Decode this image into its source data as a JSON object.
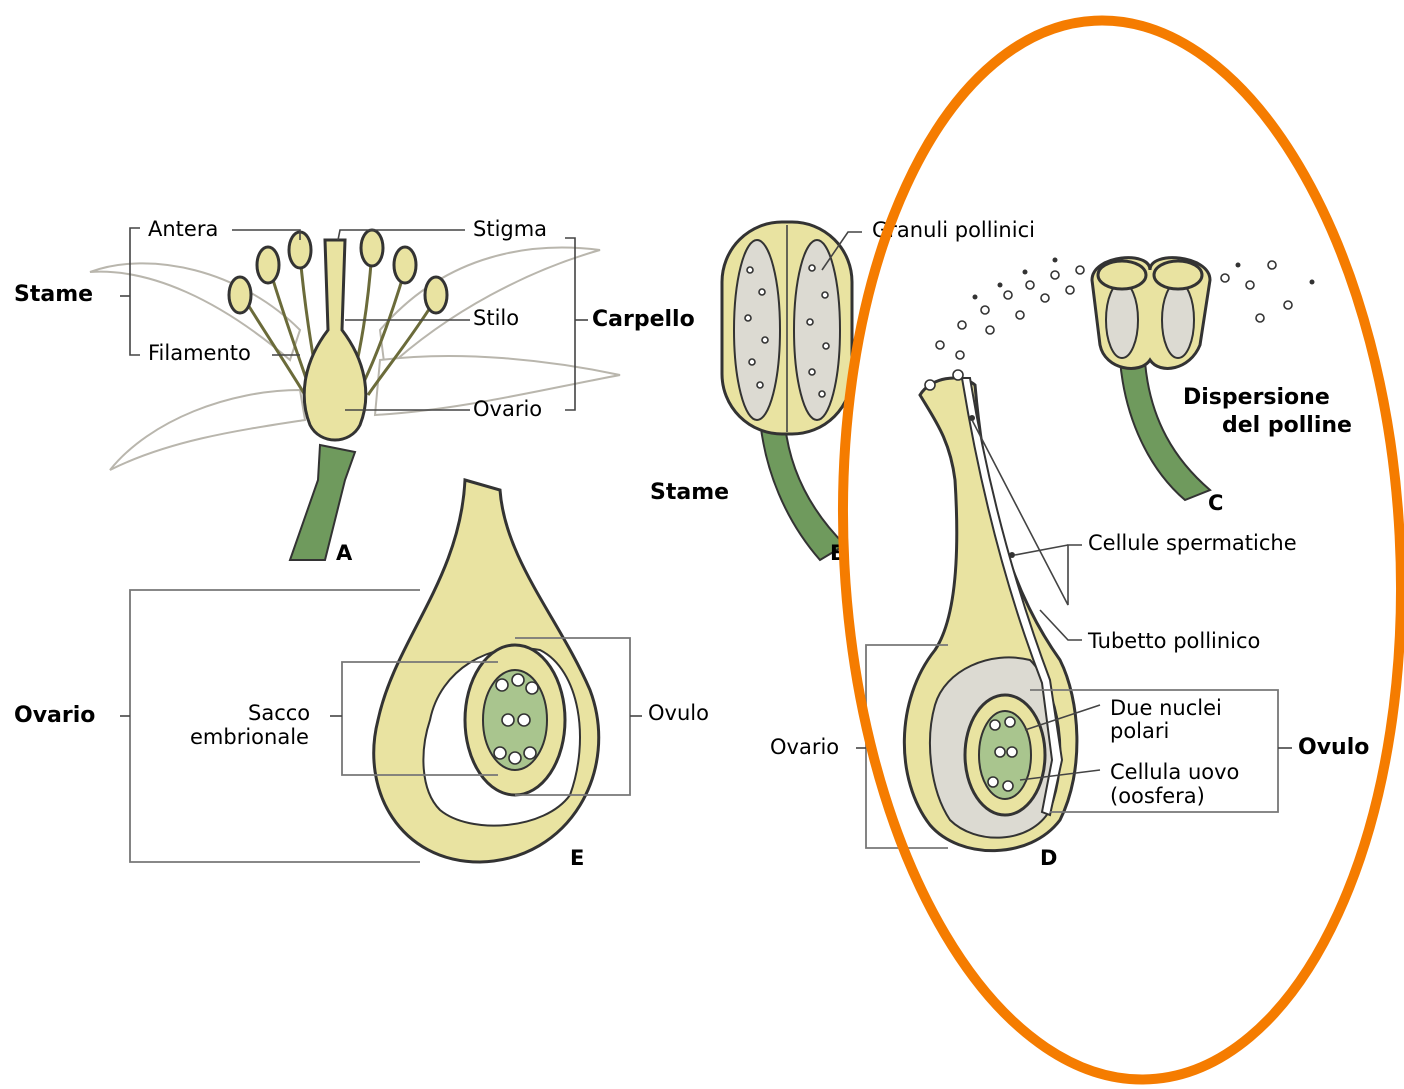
{
  "labels": {
    "antera": "Antera",
    "stigma": "Stigma",
    "stame_a": "Stame",
    "stilo": "Stilo",
    "carpello": "Carpello",
    "filamento": "Filamento",
    "ovario_a": "Ovario",
    "granuli_pollinici": "Granuli pollinici",
    "stame_b": "Stame",
    "dispersione_line1": "Dispersione",
    "dispersione_line2": "del polline",
    "cellule_spermatiche": "Cellule spermatiche",
    "tubetto_pollinico": "Tubetto pollinico",
    "due_nuclei_line1": "Due nuclei",
    "due_nuclei_line2": "polari",
    "ovulo_d": "Ovulo",
    "ovario_d": "Ovario",
    "cellula_uovo_line1": "Cellula uovo",
    "cellula_uovo_line2": "(oosfera)",
    "ovario_e": "Ovario",
    "sacco_line1": "Sacco",
    "sacco_line2": "embrionale",
    "ovulo_e": "Ovulo"
  },
  "panel_letters": {
    "a": "A",
    "b": "B",
    "c": "C",
    "d": "D",
    "e": "E"
  },
  "colors": {
    "tissue": "#e9e3a1",
    "stem_green": "#6f9a5d",
    "embryo_sac_green": "#a9c58e",
    "highlight_ellipse": "#f57c00"
  }
}
